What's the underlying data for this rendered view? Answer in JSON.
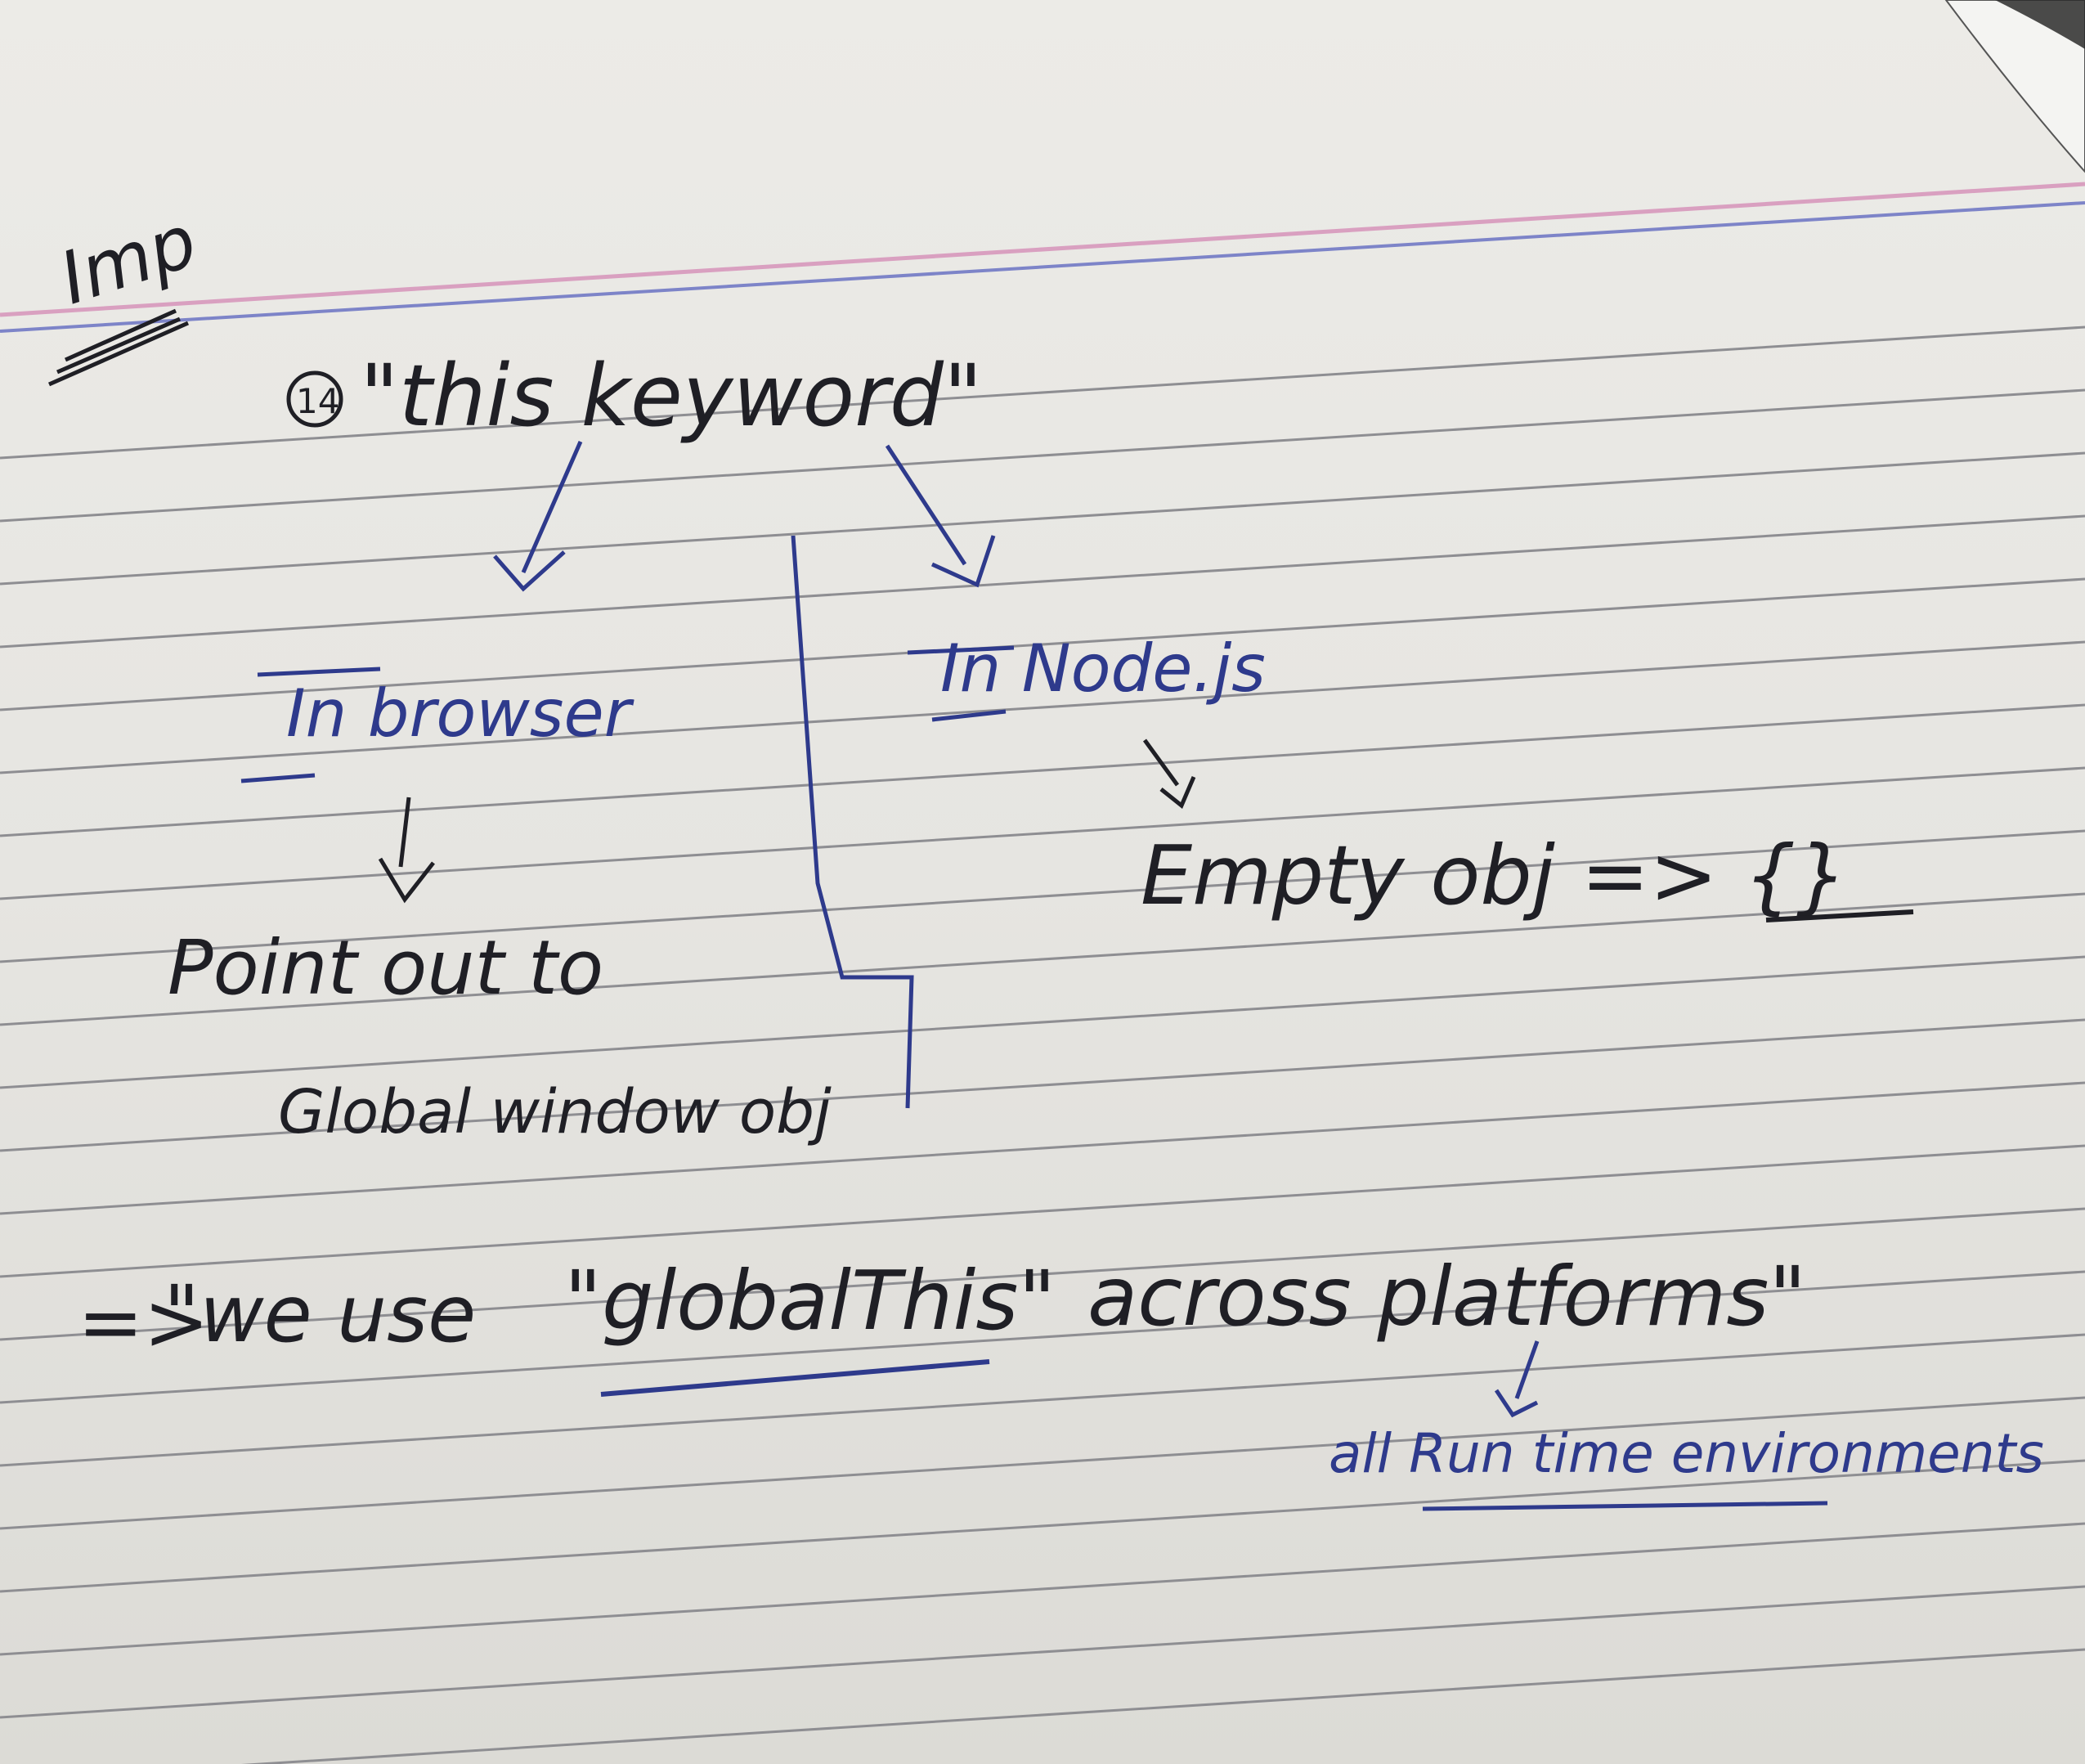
{
  "note": {
    "tag": "Imp",
    "number_circle": "14",
    "heading": "\"this keyword\"",
    "left_branch": {
      "label": "In browser",
      "result_line1": "Point out to",
      "result_line2": "Global window obj"
    },
    "right_branch": {
      "label": "In Node.js",
      "result": "Empty obj => {}"
    },
    "conclusion": {
      "arrow": "=>",
      "text_before": "\"we use",
      "keyword": "\"globalThis\"",
      "text_after": "across platforms\"",
      "annotation": "all Run time environments"
    }
  },
  "colors": {
    "paper": "#e8e7e3",
    "rule_line": "#8e8e92",
    "margin_pink": "#d9a0c0",
    "margin_blue": "#7d84c8",
    "ink_black": "#1f1f25",
    "ink_blue": "#2e3a8c"
  }
}
